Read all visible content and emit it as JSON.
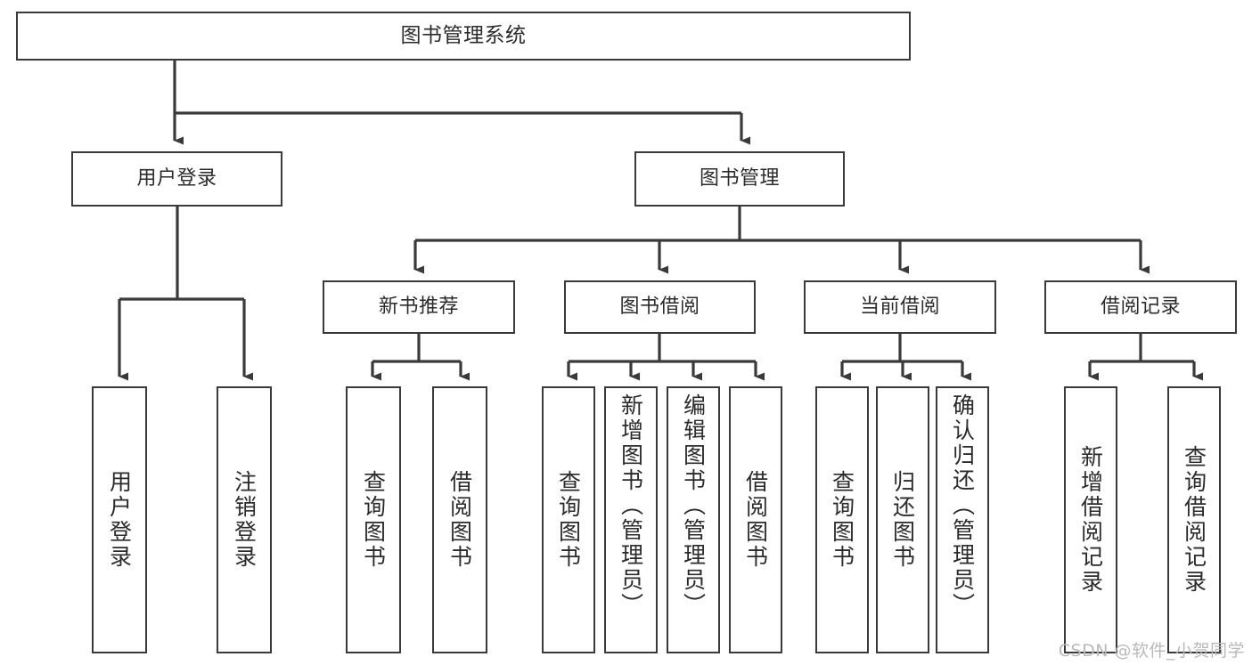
{
  "diagram": {
    "title": "图书管理系统",
    "watermark": "CSDN @软件_小贺同学",
    "line_color": "#3a3a3a",
    "box_fill": "#ffffff",
    "text_color": "#2b2b2b"
  },
  "nodes": {
    "root": {
      "label": "图书管理系统"
    },
    "level2": [
      {
        "label": "用户登录"
      },
      {
        "label": "图书管理"
      }
    ],
    "level3": [
      {
        "label": "新书推荐"
      },
      {
        "label": "图书借阅"
      },
      {
        "label": "当前借阅"
      },
      {
        "label": "借阅记录"
      }
    ],
    "leaves": {
      "user_login": [
        {
          "label": "用户登录"
        },
        {
          "label": "注销登录"
        }
      ],
      "new_book_recommend": [
        {
          "label": "查询图书"
        },
        {
          "label": "借阅图书"
        }
      ],
      "book_borrow": [
        {
          "label": "查询图书"
        },
        {
          "label": "新增图书（管理员）"
        },
        {
          "label": "编辑图书（管理员）"
        },
        {
          "label": "借阅图书"
        }
      ],
      "current_borrow": [
        {
          "label": "查询图书"
        },
        {
          "label": "归还图书"
        },
        {
          "label": "确认归还（管理员）"
        }
      ],
      "borrow_record": [
        {
          "label": "新增借阅记录"
        },
        {
          "label": "查询借阅记录"
        }
      ]
    }
  }
}
